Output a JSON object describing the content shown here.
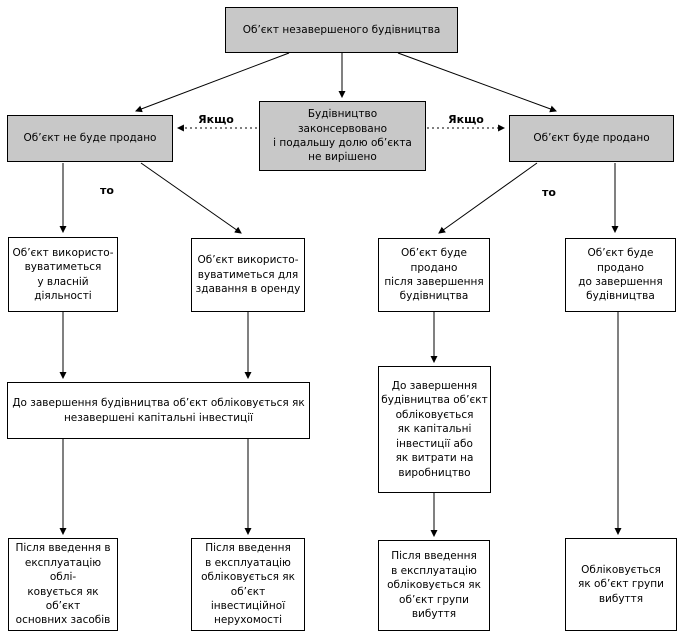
{
  "diagram": {
    "colors": {
      "node_fill_gray": "#c8c8c8",
      "node_fill_white": "#ffffff",
      "border": "#000000",
      "text": "#000000"
    },
    "labels": {
      "if_left": "Якщо",
      "if_right": "Якщо",
      "then_left": "то",
      "then_right": "то"
    },
    "nodes": {
      "root": {
        "text": "Об’єкт незавершеного будівництва"
      },
      "not_sold": {
        "text": "Об’єкт не буде продано"
      },
      "mothballed": {
        "text": "Будівництво\nзаконсервовано\nі подальшу долю об’єкта\nне вирішено"
      },
      "sold": {
        "text": "Об’єкт буде продано"
      },
      "own_activity": {
        "text": "Об’єкт використо-\nвуватиметься\nу власній\nдіяльності"
      },
      "rent": {
        "text": "Об’єкт використо-\nвуватиметься для\nздавання в оренду"
      },
      "sold_after_completion": {
        "text": "Об’єкт буде продано\nпісля завершення\nбудівництва"
      },
      "sold_before_completion": {
        "text": "Об’єкт буде продано\nдо завершення\nбудівництва"
      },
      "unfinished_capital_investments": {
        "text": "До завершення будівництва об’єкт обліковується як\nнезавершені капітальні інвестиції"
      },
      "capital_or_production": {
        "text": "До завершення\nбудівництва об’єкт\nобліковується\nяк капітальні\nінвестиції або\nяк витрати на\nвиробництво"
      },
      "fixed_assets": {
        "text": "Після введення в\nексплуатацію облі-\nковується як об’єкт\nосновних засобів"
      },
      "investment_property": {
        "text": "Після введення\nв експлуатацію\nобліковується як\nоб’єкт інвестиційної\nнерухомості"
      },
      "disposal_group_after": {
        "text": "Після введення\nв експлуатацію\nобліковується як\nоб’єкт групи вибуття"
      },
      "disposal_group": {
        "text": "Обліковується\nяк об’єкт групи\nвибуття"
      }
    }
  }
}
